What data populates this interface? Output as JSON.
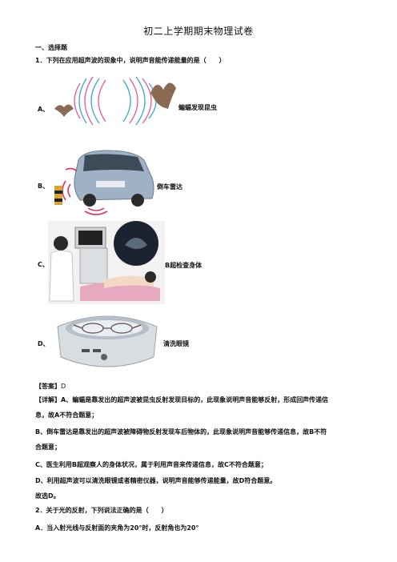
{
  "doc": {
    "title": "初二上学期期末物理试卷",
    "section": "一、选择题"
  },
  "q1": {
    "stem": "1．下列在应用超声波的现象中，说明声音能传递能量的是（　　）",
    "options": [
      {
        "label": "A、",
        "caption": "蝙蝠发现昆虫"
      },
      {
        "label": "B、",
        "caption": "倒车雷达"
      },
      {
        "label": "C、",
        "caption": "B超检查身体"
      },
      {
        "label": "D、",
        "caption": "清洗眼镜"
      }
    ],
    "answer_tag": "【答案】",
    "answer_value": "D",
    "explain_tag": "【详解】",
    "explain_a": "A、蝙蝠是靠发出的超声波被昆虫反射发现目标的，此现象说明声音能够反射，形成回声传递信",
    "explain_a2": "息，故A不符合题意；",
    "explain_b": "B、倒车雷达是靠发出的超声波被障碍物反射发现车后物体的，此现象说明声音能够传递信息，故B不符",
    "explain_b2": "合题意；",
    "explain_c": "C、医生利用B超观察人的身体状况，属于利用声音来传递信息，故C不符合题意；",
    "explain_d": "D、利用超声波可以清洗眼镜或者精密仪器，说明声音能够传递能量，故D符合题意。",
    "conclusion": "故选D。"
  },
  "q2": {
    "stem": "2．关于光的反射，下列说法正确的是（　　）",
    "option_a": "A．当入射光线与反射面的夹角为20°时，反射角也为20°"
  }
}
